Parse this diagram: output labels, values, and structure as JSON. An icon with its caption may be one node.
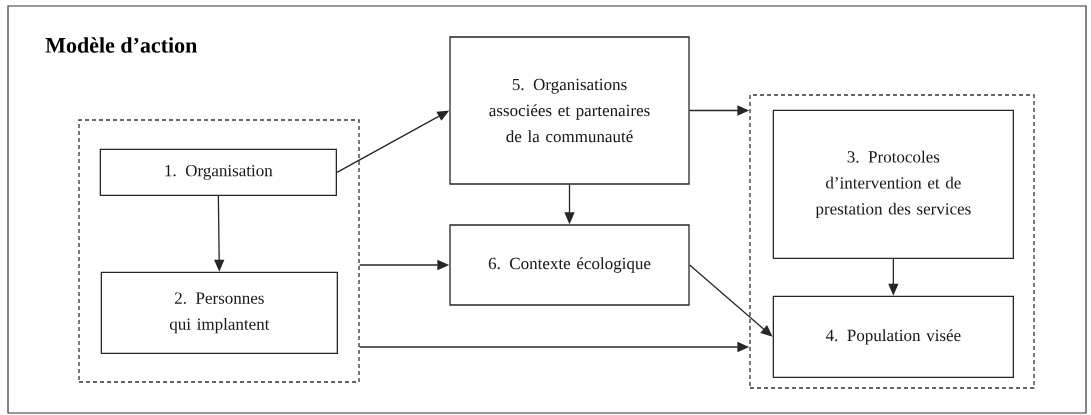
{
  "diagram": {
    "title": "Modèle d’action",
    "nodes": [
      {
        "text": [],
        "shape": "box"
      },
      {
        "text": [
          "1. Organisation"
        ],
        "in": 0
      },
      {
        "text": [
          "2. Personnes qui implantent"
        ],
        "in": 0
      },
      {
        "text": [
          "5. Organisations associées et partenaires de la communauté"
        ]
      },
      {
        "text": [
          "6. Contexte écologique"
        ]
      },
      {
        "text": [],
        "shape": "box"
      },
      {
        "text": [
          "3. Protocoles d’intervention et de prestation des services"
        ],
        "in": 5
      },
      {
        "text": [
          "4. Population visée"
        ],
        "in": 5
      }
    ],
    "edges": [
      {
        "from": 1,
        "to": 3,
        "arrow": "to"
      },
      {
        "from": 1,
        "to": 2,
        "arrow": "to"
      },
      {
        "from": 0,
        "to": 4,
        "arrow": "to"
      },
      {
        "from": 0,
        "to": 5,
        "arrow": "to"
      },
      {
        "from": 3,
        "to": 4,
        "arrow": "to"
      },
      {
        "from": 3,
        "to": 5,
        "arrow": "to"
      },
      {
        "from": 4,
        "to": 7,
        "arrow": "to"
      },
      {
        "from": 6,
        "to": 7,
        "arrow": "to"
      }
    ]
  }
}
